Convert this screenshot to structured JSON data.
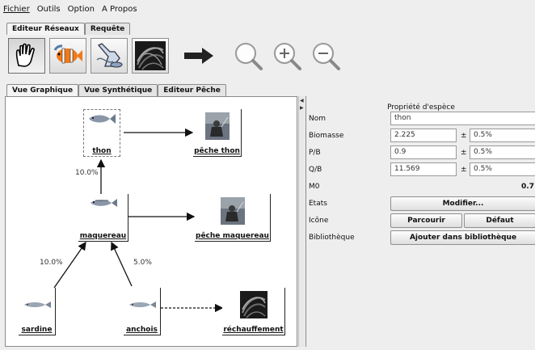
{
  "menu": {
    "items": [
      "Fichier",
      "Outils",
      "Option",
      "A Propos"
    ]
  },
  "top_tabs": [
    {
      "label": "Editeur Réseaux",
      "active": true
    },
    {
      "label": "Requête",
      "active": false
    }
  ],
  "toolbar": {
    "tools": [
      {
        "icon": "hand-icon",
        "pressed": true
      },
      {
        "icon": "clownfish-icon",
        "pressed": false
      },
      {
        "icon": "fishing-hand-icon",
        "pressed": false
      },
      {
        "icon": "net-icon",
        "pressed": false
      },
      {
        "icon": "arrow-right-icon",
        "pressed": false
      },
      {
        "icon": "magnifier-icon",
        "pressed": false
      },
      {
        "icon": "zoom-in-icon",
        "pressed": false
      },
      {
        "icon": "zoom-out-icon",
        "pressed": false
      }
    ]
  },
  "view_tabs": [
    {
      "label": "Vue Graphique",
      "active": true
    },
    {
      "label": "Vue Synthétique",
      "active": false
    },
    {
      "label": "Editeur Pêche",
      "active": false
    }
  ],
  "graph": {
    "nodes": {
      "thon": {
        "label": "thon",
        "icon": "fish-icon",
        "selected": true
      },
      "peche_thon": {
        "label": "pêche thon",
        "icon": "fishing-photo-icon"
      },
      "maquereau": {
        "label": "maquereau",
        "icon": "fish-icon"
      },
      "peche_maquereau": {
        "label": "pêche maquereau",
        "icon": "fishing-photo-icon"
      },
      "sardine": {
        "label": "sardine",
        "icon": "fish-icon"
      },
      "anchois": {
        "label": "anchois",
        "icon": "fish-icon"
      },
      "rechauffement": {
        "label": "réchauffement",
        "icon": "net-photo-icon"
      }
    },
    "edges": [
      {
        "from": "maquereau",
        "to": "thon",
        "label": "10.0%"
      },
      {
        "from": "sardine",
        "to": "maquereau",
        "label": "10.0%"
      },
      {
        "from": "anchois",
        "to": "maquereau",
        "label": "5.0%"
      },
      {
        "from": "thon",
        "to": "peche_thon",
        "label": ""
      },
      {
        "from": "maquereau",
        "to": "peche_maquereau",
        "label": ""
      },
      {
        "from": "anchois",
        "to": "rechauffement",
        "label": "",
        "dashed": true
      }
    ]
  },
  "properties": {
    "title": "Propriété d'espèce",
    "nom": {
      "label": "Nom",
      "value": "thon"
    },
    "biomasse": {
      "label": "Biomasse",
      "value": "2.225",
      "pm": "±",
      "err": "0.5%"
    },
    "pb": {
      "label": "P/B",
      "value": "0.9",
      "pm": "±",
      "err": "0.5%"
    },
    "qb": {
      "label": "Q/B",
      "value": "11.569",
      "pm": "±",
      "err": "0.5%"
    },
    "m0": {
      "label": "M0",
      "value": "0.7"
    },
    "etats": {
      "label": "Etats",
      "button": "Modifier..."
    },
    "icone": {
      "label": "Icône",
      "button_browse": "Parcourir",
      "button_default": "Défaut"
    },
    "bibliotheque": {
      "label": "Bibliothèque",
      "button": "Ajouter dans bibliothèque"
    }
  },
  "colors": {
    "background": "#eeeeee",
    "panel": "#ffffff",
    "border": "#8a8a8a"
  }
}
